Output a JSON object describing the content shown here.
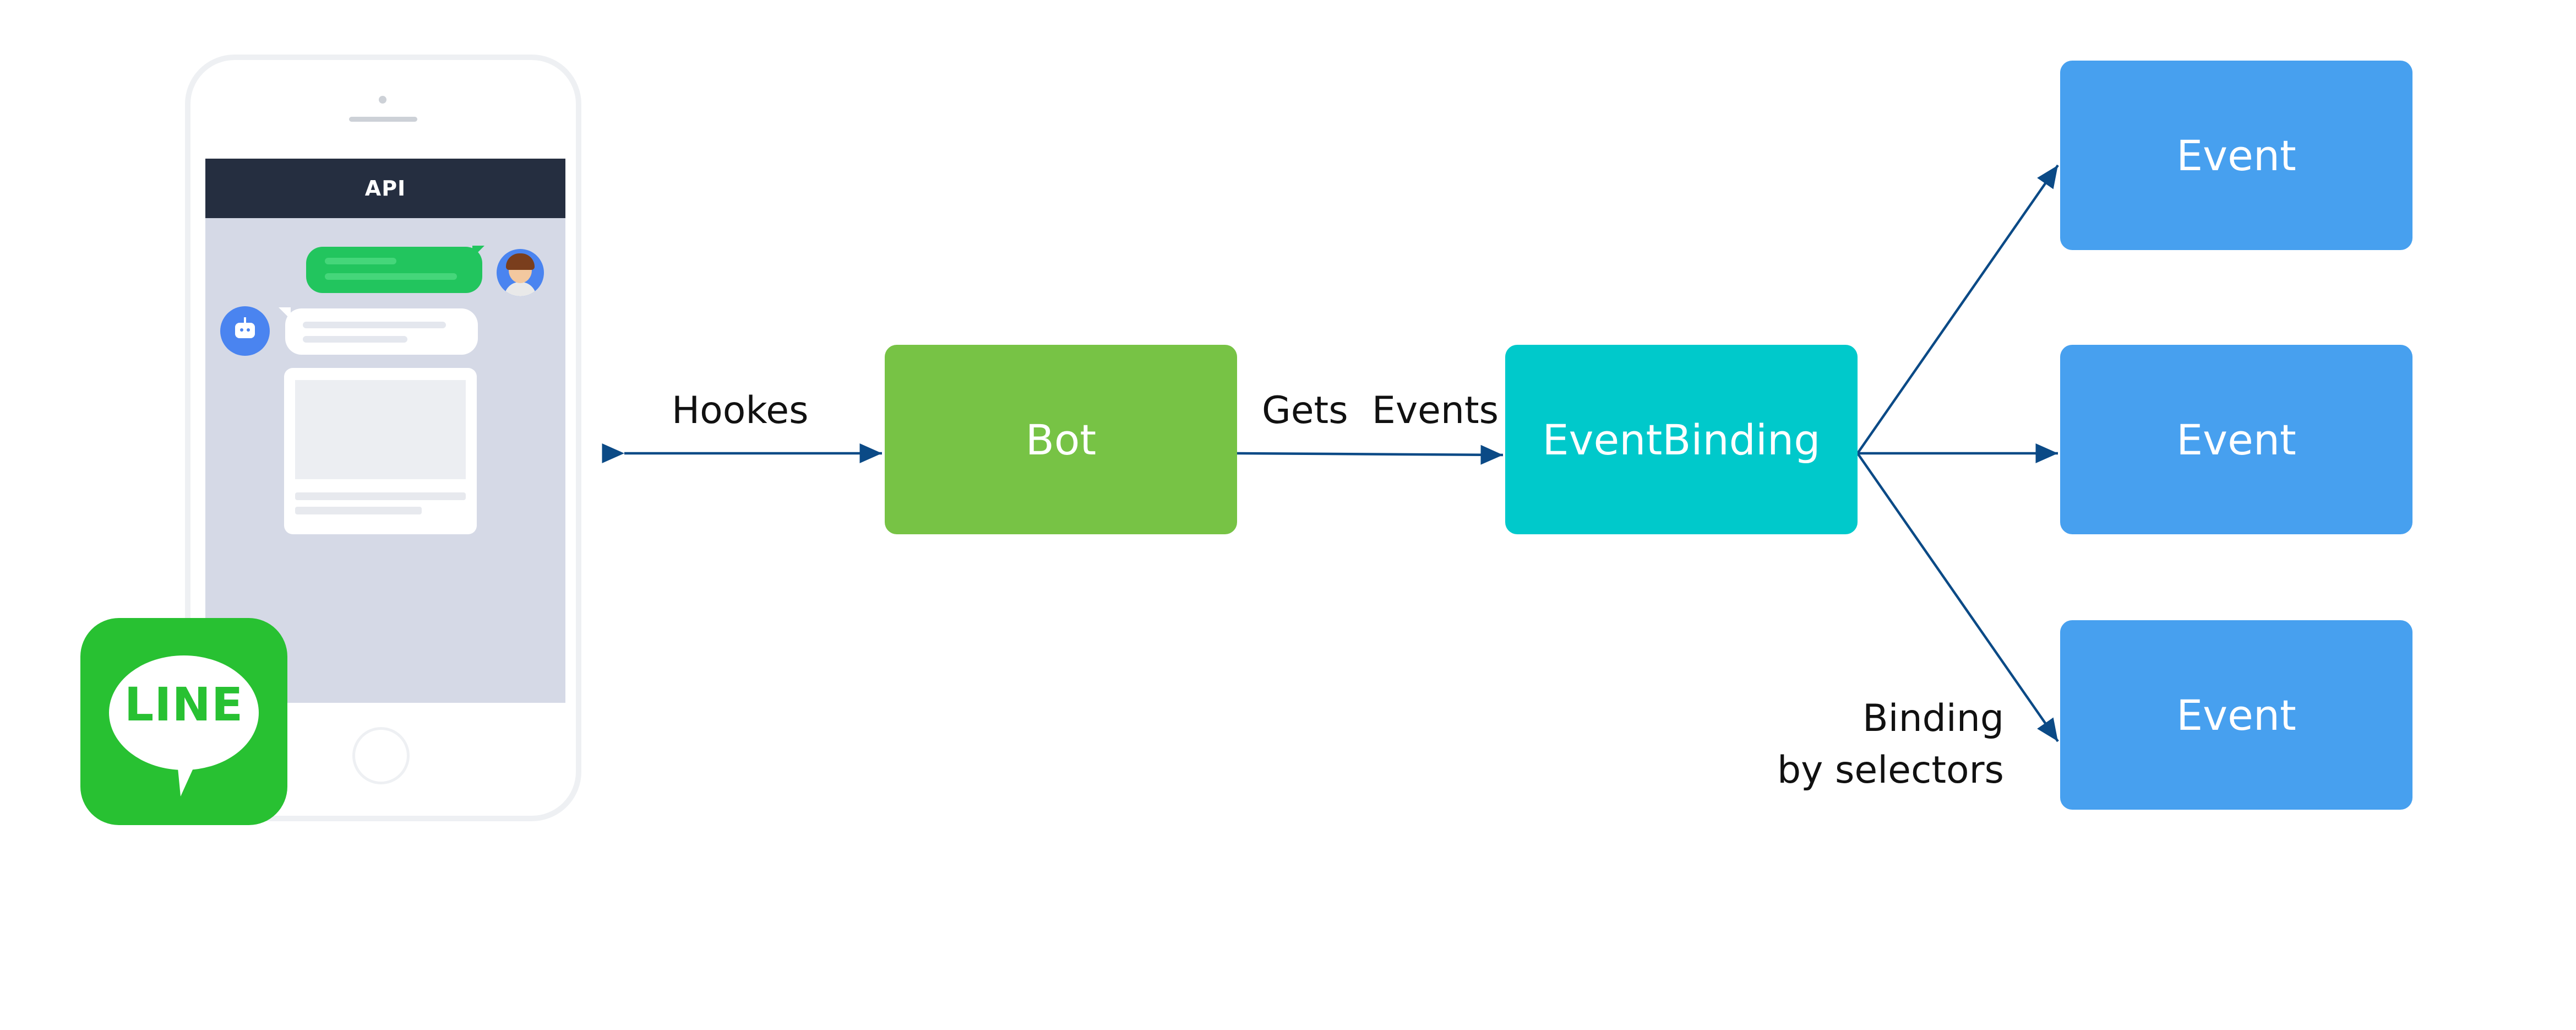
{
  "phone": {
    "header_title": "API"
  },
  "logo": {
    "text": "LINE"
  },
  "diagram": {
    "nodes": {
      "bot": "Bot",
      "event_binding": "EventBinding",
      "event_1": "Event",
      "event_2": "Event",
      "event_3": "Event"
    },
    "edge_labels": {
      "hookes": "Hookes",
      "gets_events": "Gets  Events",
      "binding_line1": "Binding",
      "binding_line2": "by selectors"
    }
  },
  "colors": {
    "bot": "#77c345",
    "event_binding": "#00c9cb",
    "event": "#47a0ef",
    "arrow": "#0b4a86",
    "line_green": "#28c132"
  }
}
